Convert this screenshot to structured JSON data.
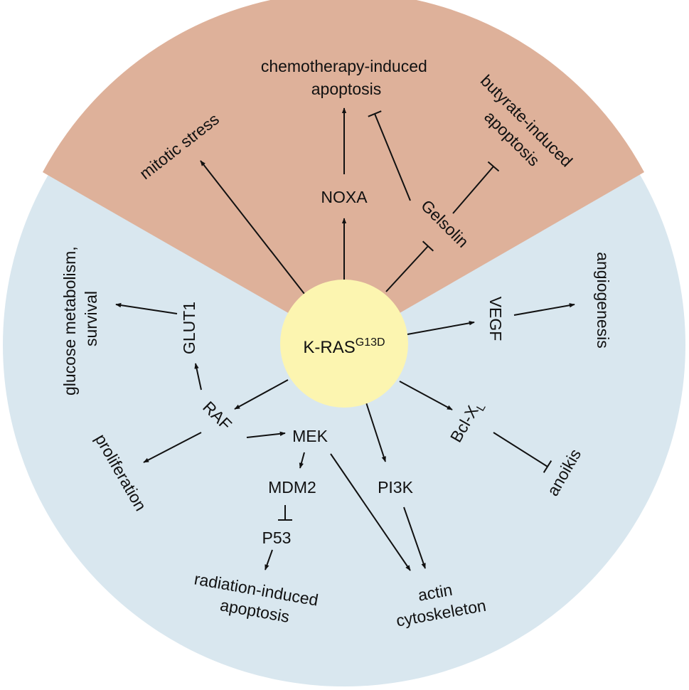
{
  "center": {
    "label": "K-RAS",
    "superscript": "G13D"
  },
  "colors": {
    "background_disc": "#d9e7ef",
    "upper_sector": "#deb19a",
    "center_fill": "#fcf5b0",
    "stroke": "#111111"
  },
  "nodes": {
    "chemo": {
      "line1": "chemotherapy-induced",
      "line2": "apoptosis"
    },
    "butyrate": {
      "line1": "butyrate-induced",
      "line2": "apoptosis"
    },
    "mitotic": "mitotic stress",
    "noxa": "NOXA",
    "gelsolin": "Gelsolin",
    "glucose": {
      "line1": "glucose metabolism,",
      "line2": "survival"
    },
    "glut1": "GLUT1",
    "vegf": "VEGF",
    "angiogenesis": "angiogenesis",
    "raf": "RAF",
    "mek": "MEK",
    "proliferation": "proliferation",
    "mdm2": "MDM2",
    "p53": "P53",
    "radiation": {
      "line1": "radiation-induced",
      "line2": "apoptosis"
    },
    "pi3k": "PI3K",
    "actin": {
      "line1": "actin",
      "line2": "cytoskeleton"
    },
    "bclxl": {
      "main": "Bcl-X",
      "sub": "L"
    },
    "anoikis": "anoikis"
  }
}
